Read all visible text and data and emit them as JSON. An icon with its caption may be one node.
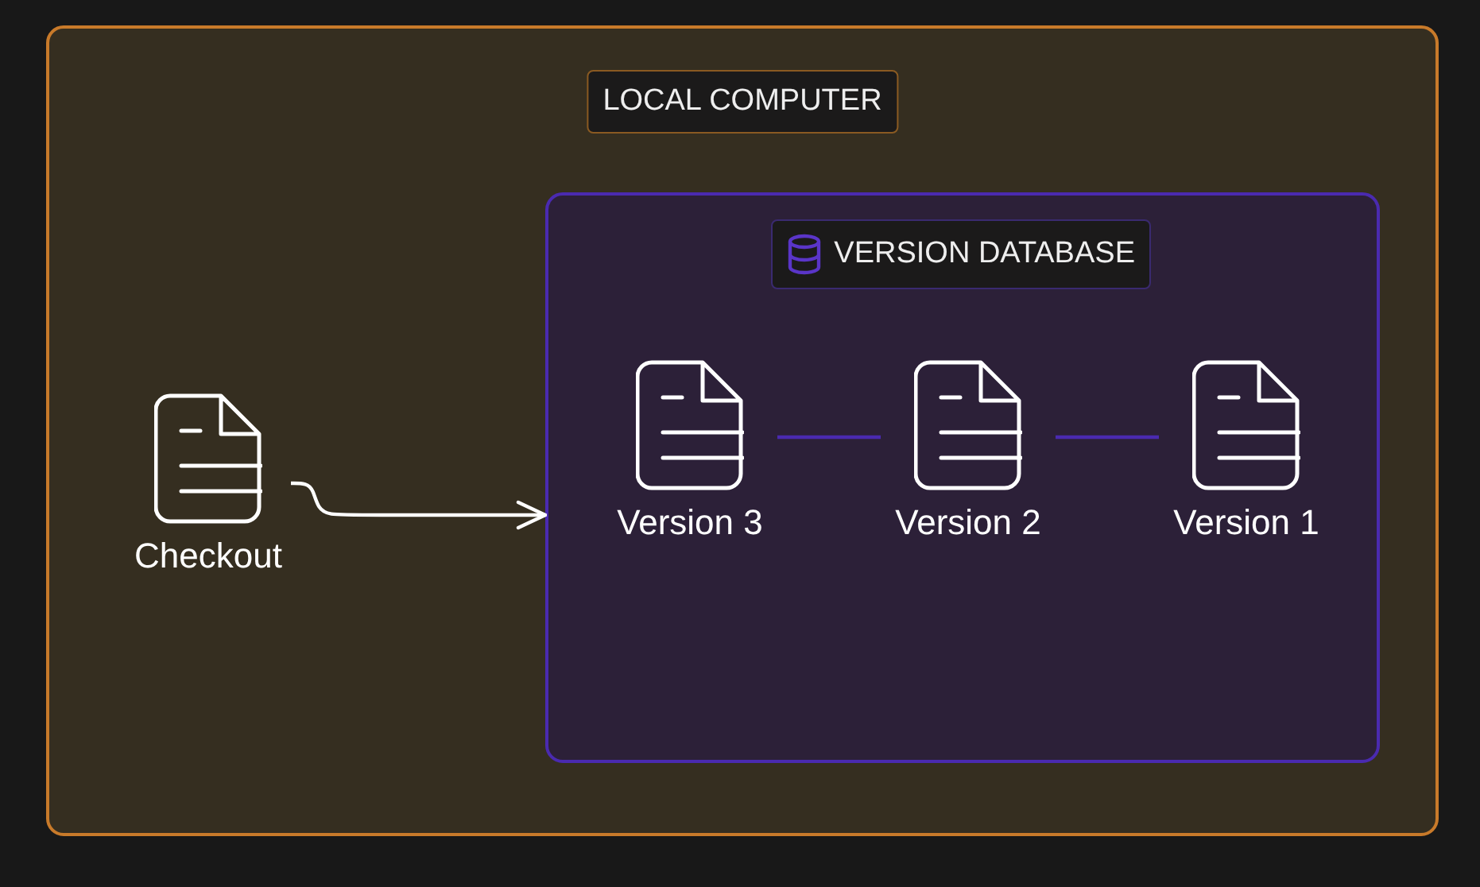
{
  "diagram": {
    "nodes": [
      {
        "text": [
          "LOCAL COMPUTER"
        ]
      },
      {
        "text": [
          "Checkout"
        ],
        "in": 0
      },
      {
        "text": [
          "VERSION DATABASE"
        ],
        "in": 0
      },
      {
        "text": [
          "Version 3"
        ],
        "in": 2
      },
      {
        "text": [
          "Version 2"
        ],
        "in": 2
      },
      {
        "text": [
          "Version 1"
        ],
        "in": 2
      }
    ],
    "edges": [
      {
        "from": 1,
        "to": 2,
        "arrow": "to",
        "color": "#ffffff"
      },
      {
        "from": 3,
        "to": 4,
        "arrow": "none",
        "color": "#4a2ab0"
      },
      {
        "from": 4,
        "to": 5,
        "arrow": "none",
        "color": "#4a2ab0"
      }
    ]
  }
}
